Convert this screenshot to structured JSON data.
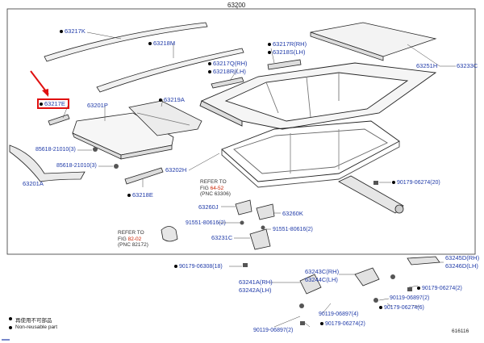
{
  "title": "63200",
  "diagram_id": "616116",
  "legend": {
    "line1": "再使用不可部品",
    "line2": "Non-reusable part"
  },
  "labels": {
    "p63217K": "63217K",
    "p63218M": "63218M",
    "p63217E": "63217E",
    "p63201P": "63201P",
    "p63219A": "63219A",
    "p63217R": "63217R(RH)",
    "p63218S": "63218S(LH)",
    "p63217Q": "63217Q(RH)",
    "p63218R": "63218R(LH)",
    "p63251H": "63251H",
    "p63233C": "63233C",
    "p85618a": "85618-21010(3)",
    "p85618b": "85618-21010(3)",
    "p63201A": "63201A",
    "p63218E": "63218E",
    "p63202H": "63202H",
    "p90179a": "90179-06274(20)",
    "p63260J": "63260J",
    "p63260K": "63260K",
    "p91551a": "91551-80616(2)",
    "p91551b": "91551-80616(2)",
    "p63231C": "63231C",
    "p90179b": "90179-06308(18)",
    "p63241A": "63241A(RH)",
    "p63242A": "63242A(LH)",
    "p63243C": "63243C(RH)",
    "p63244C": "63244C(LH)",
    "p63245D": "63245D(RH)",
    "p63246D": "63246D(LH)",
    "p90179c": "90179-06274(2)",
    "p90119a": "90119-06897(2)",
    "p90179d": "90179-06274(6)",
    "p90119b": "90119-06897(4)",
    "p90119c": "90119-06897(2)",
    "p90179e": "90179-06274(2)"
  },
  "refs": {
    "ref1_l1": "REFER TO",
    "ref1_l2a": "FIG ",
    "ref1_l2b": "64-52",
    "ref1_l3": "(PNC 63306)",
    "ref2_l1": "REFER TO",
    "ref2_l2a": "FIG ",
    "ref2_l2b": "82-02",
    "ref2_l3": "(PNC 82172)"
  },
  "colors": {
    "part_label": "#1f3aa8",
    "highlight": "#e01010",
    "ref_fig": "#cc2200"
  }
}
